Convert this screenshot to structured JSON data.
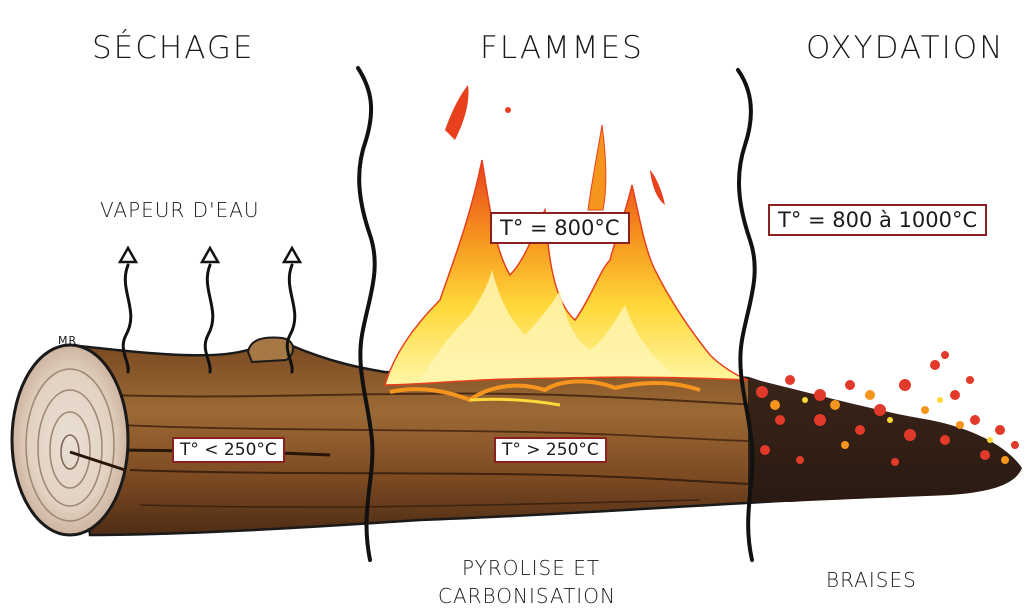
{
  "sections": {
    "drying": {
      "title": "SÉCHAGE",
      "vapor_label": "VAPEUR D'EAU",
      "temperature": "T° < 250°C"
    },
    "flames": {
      "title": "FLAMMES",
      "flame_temperature": "T° = 800°C",
      "wood_temperature": "T° > 250°C",
      "process_label_line1": "PYROLISE ET",
      "process_label_line2": "CARBONISATION"
    },
    "oxidation": {
      "title": "OXYDATION",
      "temperature": "T° = 800 à 1000°C",
      "embers_label": "BRAISES"
    }
  },
  "signature": "MR",
  "colors": {
    "wood": "#8b5a2b",
    "wood_dark": "#5a3418",
    "flame_red": "#e8401c",
    "flame_orange": "#f6951e",
    "flame_yellow": "#ffe45a",
    "box_border": "#8a2020",
    "ember_red": "#e23a2a"
  }
}
